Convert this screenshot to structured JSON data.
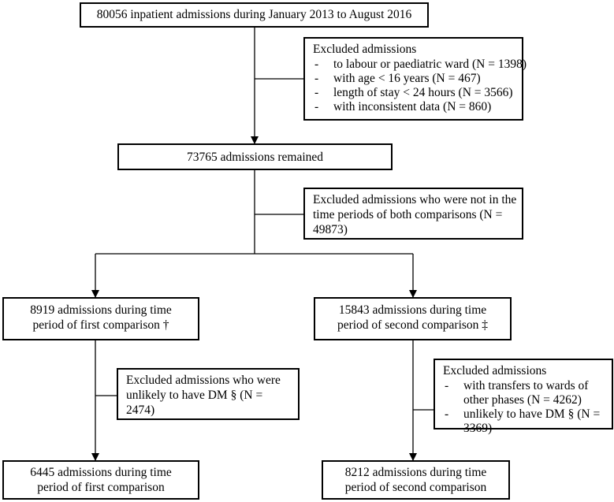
{
  "top_box": "80056 inpatient admissions during January 2013 to August 2016",
  "exclusion_1": {
    "title": "Excluded admissions",
    "items": [
      "to labour or paediatric ward (N = 1398)",
      "with age < 16 years (N = 467)",
      "length of stay < 24 hours (N = 3566)",
      "with inconsistent data  (N = 860)"
    ]
  },
  "remained_box": "73765 admissions remained",
  "exclusion_2": {
    "line1": "Excluded admissions who were not in the",
    "line2": "time periods of both comparisons (N =",
    "line3": "49873)"
  },
  "left_period": {
    "line1": "8919 admissions during time",
    "line2": "period of first comparison †"
  },
  "right_period": {
    "line1": "15843 admissions during time",
    "line2": "period of second comparison ‡"
  },
  "exclusion_left": {
    "line1": "Excluded admissions who were",
    "line2": "unlikely to have DM § (N =",
    "line3": "2474)"
  },
  "exclusion_right": {
    "title": "Excluded admissions",
    "items": [
      {
        "l1": "with transfers to wards of",
        "l2": "other phases (N = 4262)"
      },
      {
        "l1": "unlikely to have DM § (N =",
        "l2": "3369)"
      }
    ]
  },
  "left_final": {
    "line1": "6445 admissions during time",
    "line2": "period of first comparison"
  },
  "right_final": {
    "line1": "8212 admissions during time",
    "line2": "period of second comparison"
  }
}
